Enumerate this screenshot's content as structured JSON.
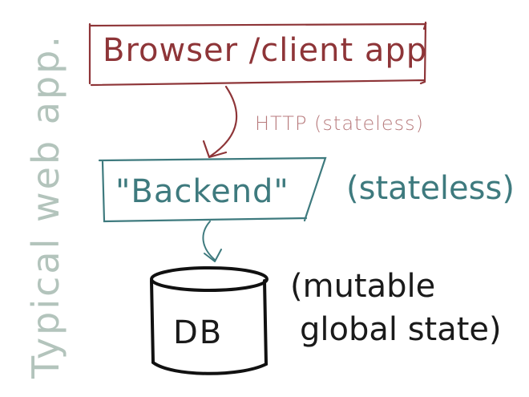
{
  "diagram": {
    "side_title": "Typical web app.",
    "browser": {
      "label": "Browser /client app"
    },
    "http_edge": {
      "label": "HTTP (stateless)"
    },
    "backend": {
      "label": "\"Backend\"",
      "note": "(stateless)"
    },
    "db": {
      "label": "DB",
      "note_line1": "(mutable",
      "note_line2": "global state)"
    }
  },
  "colors": {
    "browser": "#8e3538",
    "http": "#b77a7c",
    "backend": "#3e7a7e",
    "title": "#b3c4bc",
    "db": "#1a1a1a"
  }
}
